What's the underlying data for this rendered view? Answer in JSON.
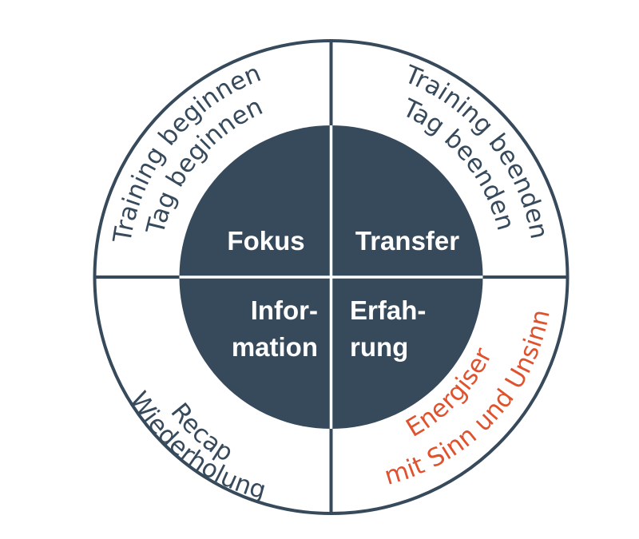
{
  "colors": {
    "ring_stroke": "#364a5c",
    "inner_fill": "#364a5c",
    "ring_text": "#364a5c",
    "accent_text": "#e0522d",
    "background": "#ffffff"
  },
  "inner": {
    "top_left": "Fokus",
    "top_right": "Transfer",
    "bottom_left": {
      "line1": "Infor-",
      "line2": "mation"
    },
    "bottom_right": {
      "line1": "Erfah-",
      "line2": "rung"
    }
  },
  "ring": {
    "top_left": {
      "line1": "Training beginnen",
      "line2": "Tag beginnen"
    },
    "top_right": {
      "line1": "Training beenden",
      "line2": "Tag beenden"
    },
    "bottom_left": {
      "line1": "Recap",
      "line2": "Wiederholung"
    },
    "bottom_right": {
      "line1": "Energiser",
      "line2": "mit Sinn und Unsinn"
    }
  }
}
